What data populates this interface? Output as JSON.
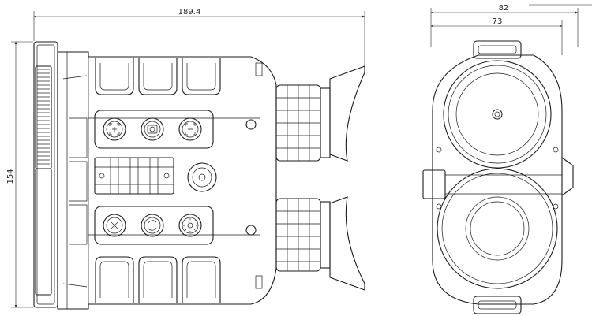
{
  "drawing": {
    "side_view": {
      "width_label": "189.4",
      "height_label": "154"
    },
    "end_view": {
      "outer_width_label": "82",
      "inner_width_label": "73"
    }
  }
}
